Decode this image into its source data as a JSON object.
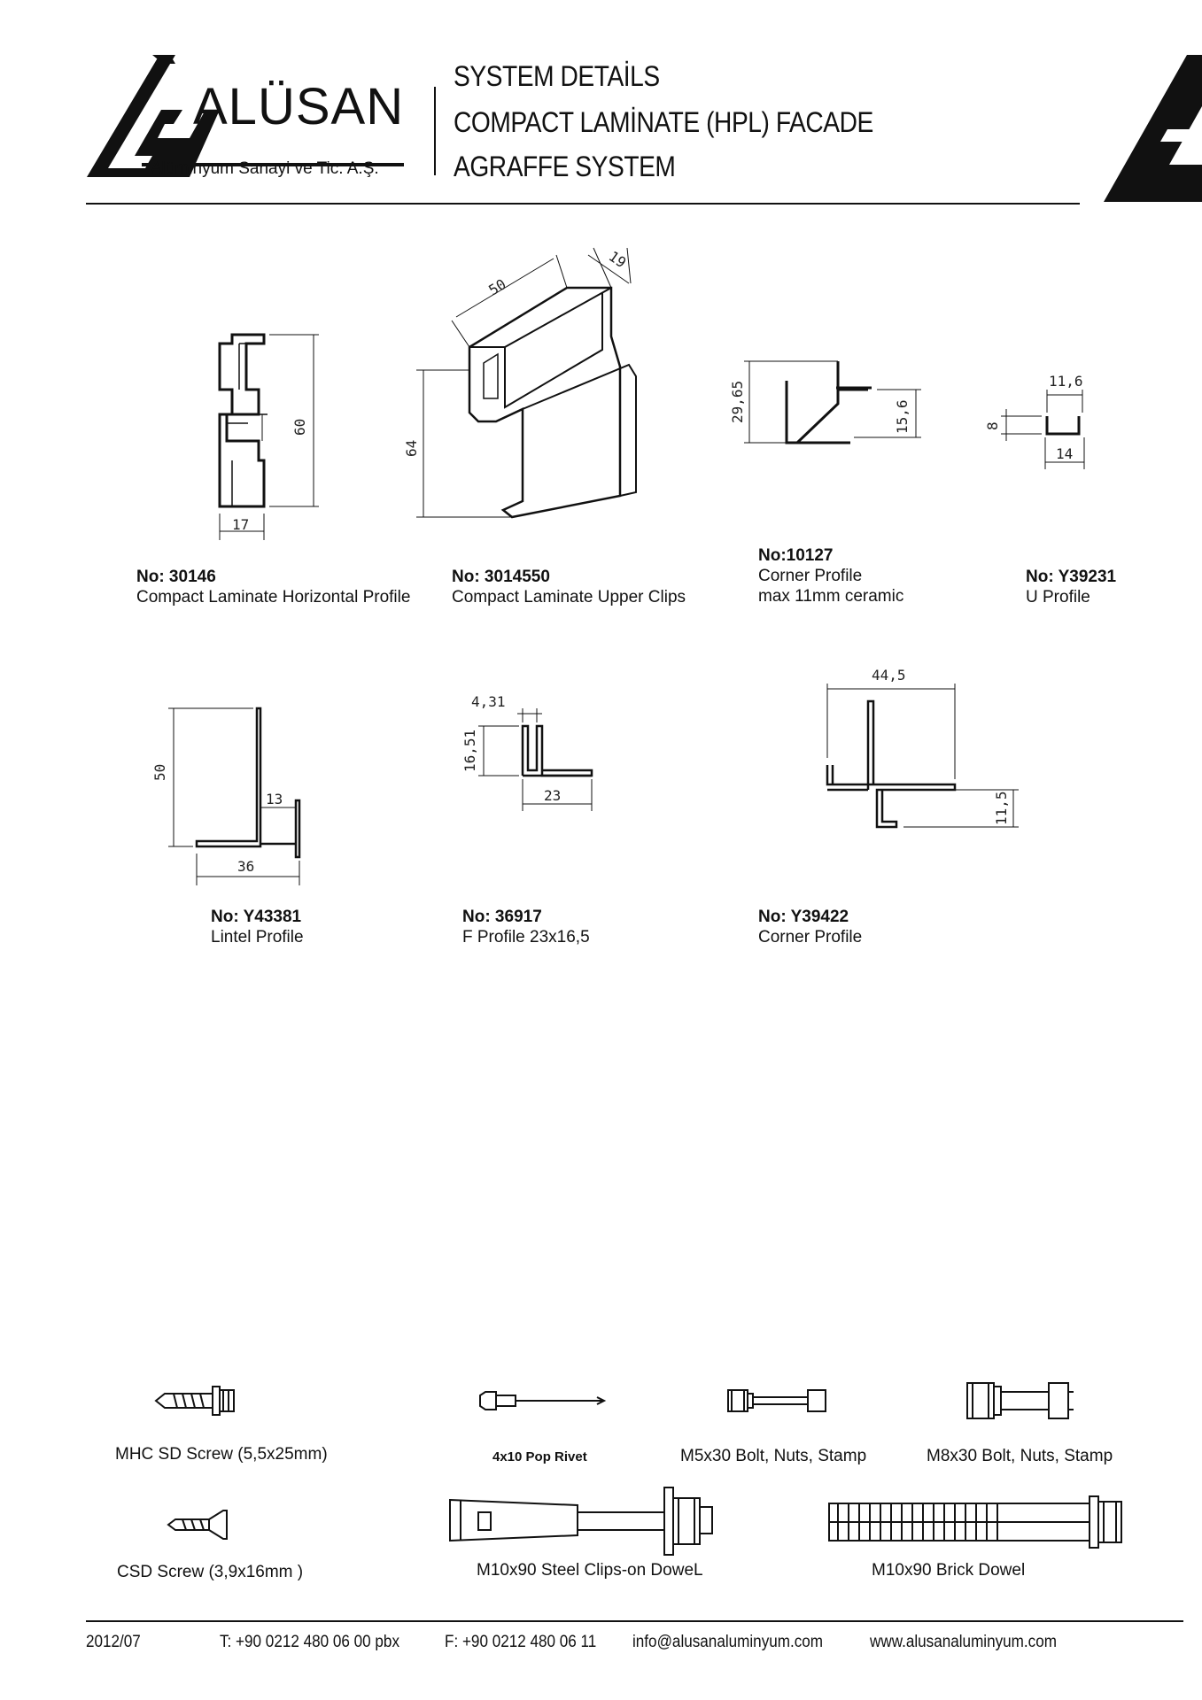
{
  "header": {
    "brand": "ALÜSAN",
    "brand_subtitle": "Alüminyum Sanayi ve Tic. A.Ş.",
    "title_lines": [
      "SYSTEM DETAİLS",
      "COMPACT LAMİNATE (HPL) FACADE",
      "AGRAFFE SYSTEM"
    ]
  },
  "profiles": [
    {
      "no": "No: 30146",
      "name": "Compact Laminate Horizontal Profile",
      "dims": [
        "17",
        "60"
      ]
    },
    {
      "no": "No: 3014550",
      "name": "Compact Laminate Upper Clips",
      "dims": [
        "50",
        "19",
        "64"
      ]
    },
    {
      "no": "No:10127",
      "name": "Corner Profile",
      "note": "max 11mm ceramic",
      "dims": [
        "29,65",
        "15,6"
      ]
    },
    {
      "no": "No: Y39231",
      "name": "U Profile",
      "dims": [
        "11,6",
        "8",
        "14"
      ]
    },
    {
      "no": "No: Y43381",
      "name": "Lintel Profile",
      "dims": [
        "50",
        "13",
        "36"
      ]
    },
    {
      "no": "No: 36917",
      "name": "F Profile 23x16,5",
      "dims": [
        "4,31",
        "16,51",
        "23"
      ]
    },
    {
      "no": "No: Y39422",
      "name": "Corner Profile",
      "dims": [
        "44,5",
        "11,5"
      ]
    }
  ],
  "fasteners": [
    {
      "label": "MHC SD Screw (5,5x25mm)",
      "icon": "self-drilling-screw-icon"
    },
    {
      "label": "4x10 Pop Rivet",
      "icon": "pop-rivet-icon"
    },
    {
      "label": "M5x30 Bolt, Nuts, Stamp",
      "icon": "bolt-icon"
    },
    {
      "label": "M8x30 Bolt, Nuts, Stamp",
      "icon": "bolt-icon"
    },
    {
      "label": "CSD Screw (3,9x16mm )",
      "icon": "countersunk-screw-icon"
    },
    {
      "label": "M10x90 Steel Clips-on DoweL",
      "icon": "steel-dowel-icon"
    },
    {
      "label": "M10x90 Brick Dowel",
      "icon": "brick-dowel-icon"
    }
  ],
  "footer": {
    "date": "2012/07",
    "phone": "T: +90 0212 480 06 00 pbx",
    "fax": "F: +90 0212 480 06 11",
    "email": "info@alusanaluminyum.com",
    "website": "www.alusanaluminyum.com"
  },
  "colors": {
    "ink": "#111111",
    "background": "#ffffff"
  }
}
